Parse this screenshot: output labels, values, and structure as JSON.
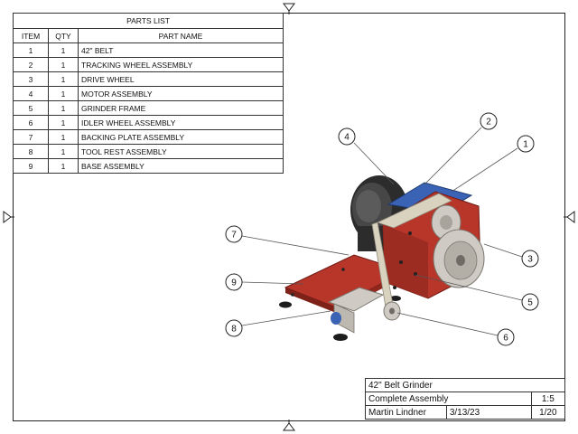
{
  "parts_list": {
    "title": "PARTS LIST",
    "headers": {
      "item": "ITEM",
      "qty": "QTY",
      "name": "PART NAME"
    },
    "rows": [
      {
        "item": "1",
        "qty": "1",
        "name": "42\" BELT"
      },
      {
        "item": "2",
        "qty": "1",
        "name": "TRACKING WHEEL ASSEMBLY"
      },
      {
        "item": "3",
        "qty": "1",
        "name": "DRIVE WHEEL"
      },
      {
        "item": "4",
        "qty": "1",
        "name": "MOTOR ASSEMBLY"
      },
      {
        "item": "5",
        "qty": "1",
        "name": "GRINDER FRAME"
      },
      {
        "item": "6",
        "qty": "1",
        "name": "IDLER WHEEL ASSEMBLY"
      },
      {
        "item": "7",
        "qty": "1",
        "name": "BACKING PLATE ASSEMBLY"
      },
      {
        "item": "8",
        "qty": "1",
        "name": "TOOL REST ASSEMBLY"
      },
      {
        "item": "9",
        "qty": "1",
        "name": "BASE ASSEMBLY"
      }
    ]
  },
  "balloons": [
    "1",
    "2",
    "3",
    "4",
    "5",
    "6",
    "7",
    "8",
    "9"
  ],
  "title_block": {
    "title": "42\" Belt Grinder",
    "subtitle": "Complete Assembly",
    "scale": "1:5",
    "author": "Martin Lindner",
    "date": "3/13/23",
    "sheet": "1/20"
  },
  "colors": {
    "frame_red": "#b8352a",
    "tracking_blue": "#3a63b5",
    "aluminum": "#cfcbc4",
    "motor_dark": "#2c2c2c",
    "belt": "#d9d2bf"
  }
}
